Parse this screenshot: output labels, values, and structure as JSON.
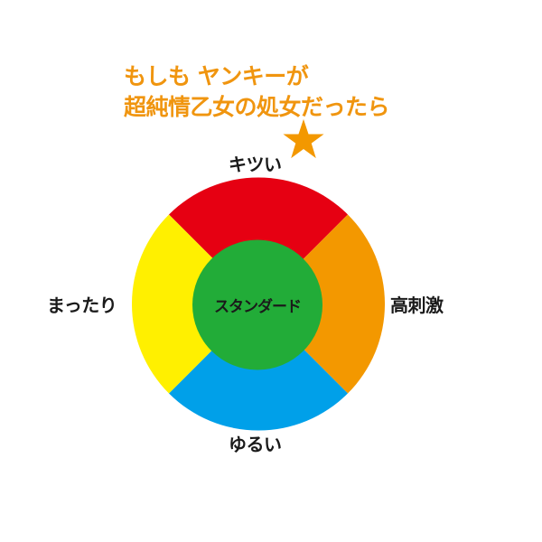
{
  "title": {
    "line1": "もしも ヤンキーが",
    "line2": "超純情乙女の処女だったら",
    "color": "#f0950f"
  },
  "marker": {
    "icon": "star-icon",
    "color": "#f39800"
  },
  "diagram": {
    "type": "four-quadrant wheel with center",
    "center": {
      "label": "スタンダード",
      "color": "#22ac38"
    },
    "quadrants": [
      {
        "position": "top",
        "label": "キツい",
        "color": "#e60012"
      },
      {
        "position": "right",
        "label": "高刺激",
        "color": "#f39800"
      },
      {
        "position": "bottom",
        "label": "ゆるい",
        "color": "#00a0e9"
      },
      {
        "position": "left",
        "label": "まったり",
        "color": "#fff000"
      }
    ]
  }
}
